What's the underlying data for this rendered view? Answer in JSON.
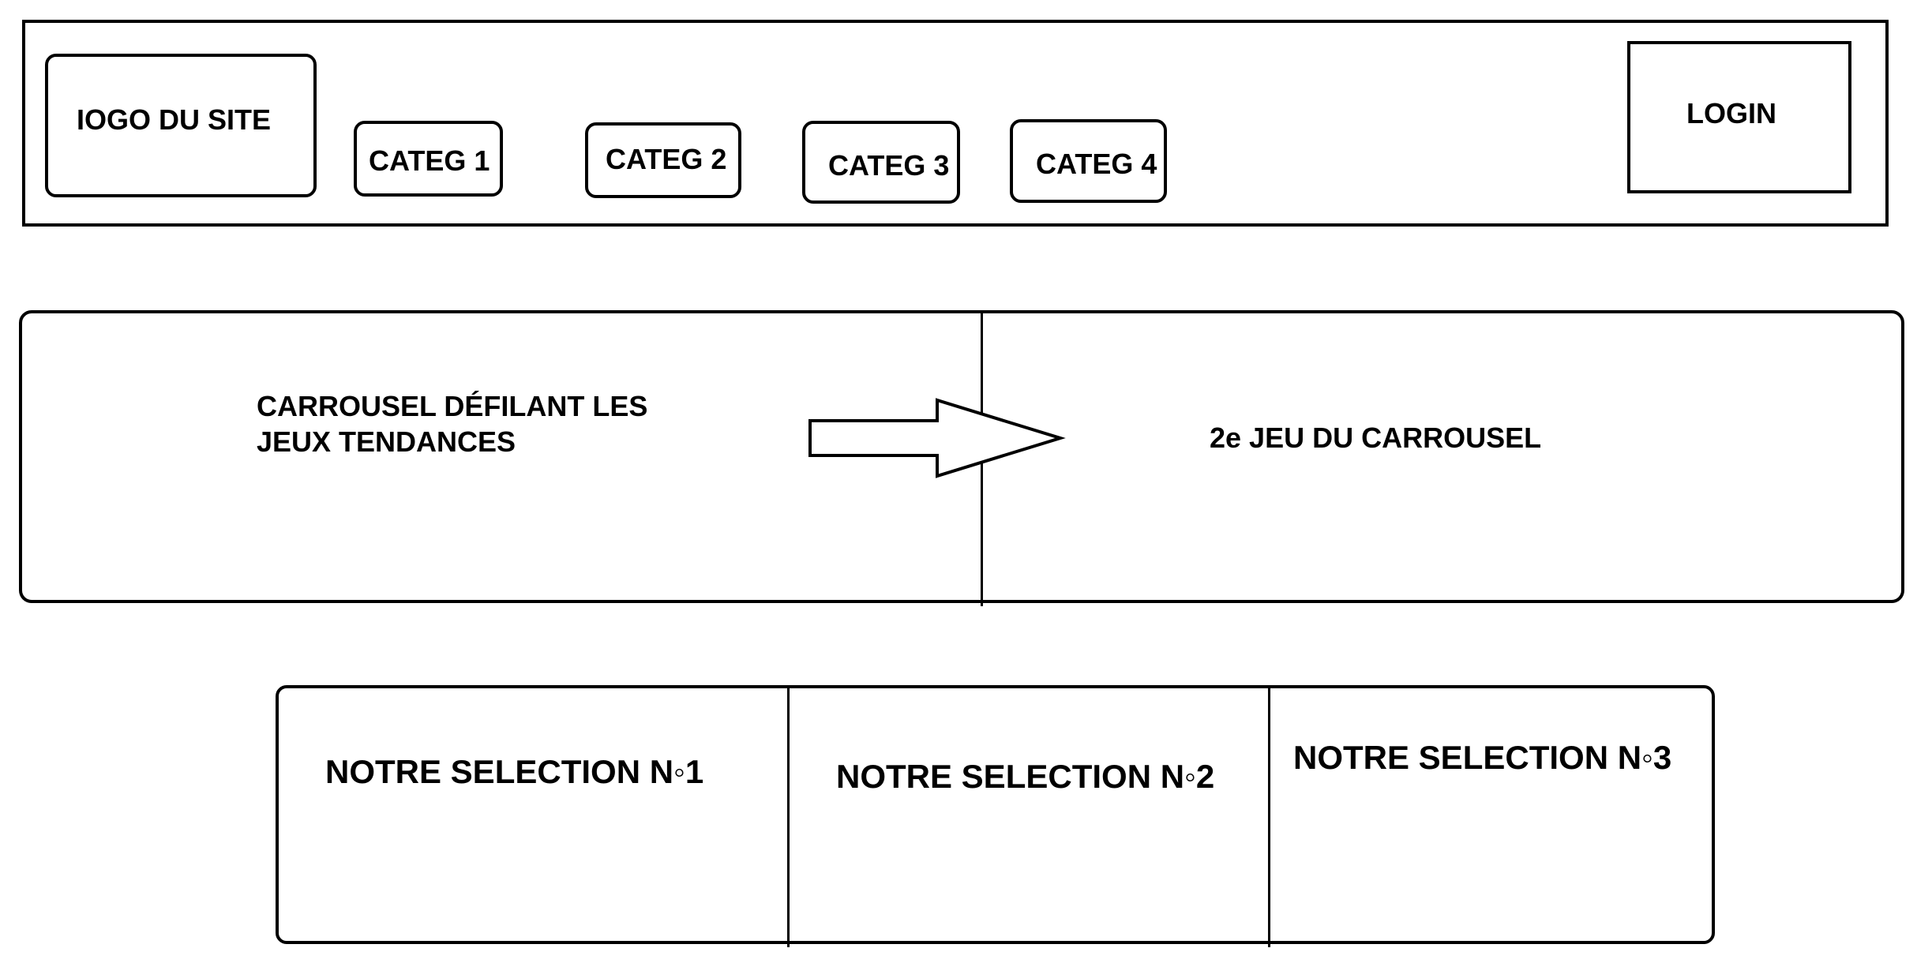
{
  "header": {
    "logo_label": "IOGO DU SITE",
    "categories": [
      {
        "label": "CATEG 1"
      },
      {
        "label": "CATEG 2"
      },
      {
        "label": "CATEG 3"
      },
      {
        "label": "CATEG 4"
      }
    ],
    "login_label": "LOGIN"
  },
  "carousel": {
    "text": "CARROUSEL DÉFILANT LES JEUX TENDANCES",
    "next_label": "2e JEU DU CARROUSEL",
    "arrow_icon": "right-arrow-icon"
  },
  "selections": [
    {
      "label": "NOTRE SELECTION N◦1"
    },
    {
      "label": "NOTRE SELECTION N◦2"
    },
    {
      "label": "NOTRE SELECTION N◦3"
    }
  ]
}
